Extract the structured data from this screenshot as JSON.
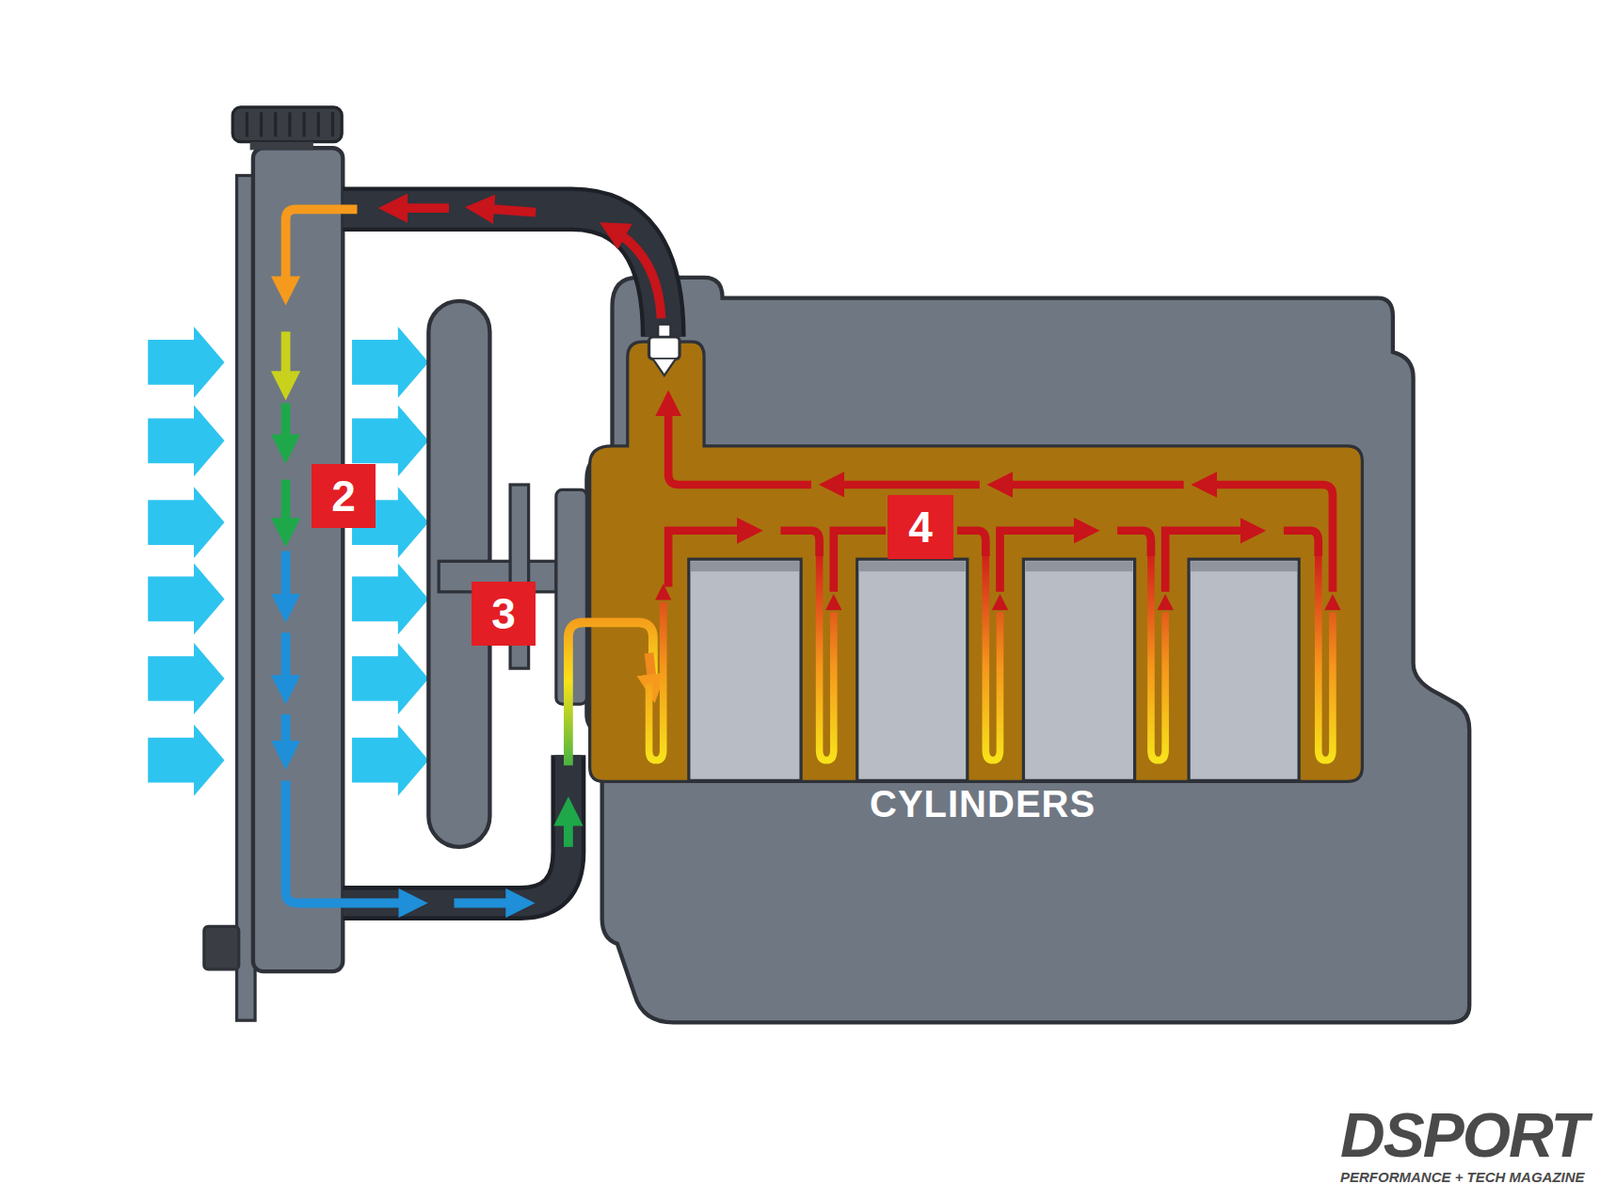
{
  "diagram": {
    "labels": [
      "2",
      "3",
      "4",
      "CYLINDERS",
      "DSPORT",
      "PERFORMANCE + TECH MAGAZINE"
    ]
  }
}
